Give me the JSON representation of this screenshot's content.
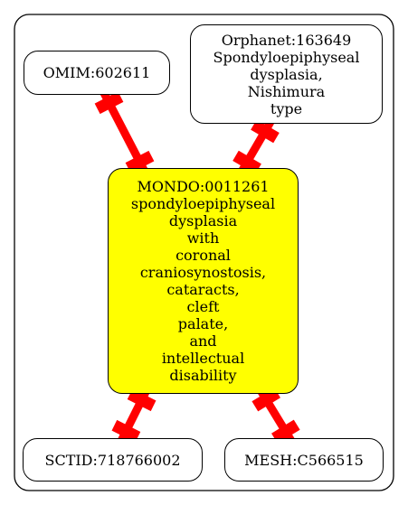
{
  "nodes": {
    "omim": {
      "lines": [
        "OMIM:602611"
      ]
    },
    "orphanet": {
      "lines": [
        "Orphanet:163649",
        "Spondyloepiphyseal",
        "dysplasia,",
        "Nishimura",
        "type"
      ]
    },
    "mondo": {
      "lines": [
        "MONDO:0011261",
        "spondyloepiphyseal",
        "dysplasia",
        "with",
        "coronal",
        "craniosynostosis,",
        "cataracts,",
        "cleft",
        "palate,",
        "and",
        "intellectual",
        "disability"
      ]
    },
    "sctid": {
      "lines": [
        "SCTID:718766002"
      ]
    },
    "mesh": {
      "lines": [
        "MESH:C566515"
      ]
    }
  },
  "edges": [
    {
      "from": "omim",
      "to": "mondo"
    },
    {
      "from": "orphanet",
      "to": "mondo"
    },
    {
      "from": "mondo",
      "to": "sctid"
    },
    {
      "from": "mondo",
      "to": "mesh"
    }
  ],
  "colors": {
    "edge": "#ff0000",
    "center_fill": "#ffff00",
    "node_fill": "#ffffff",
    "border": "#000000"
  }
}
